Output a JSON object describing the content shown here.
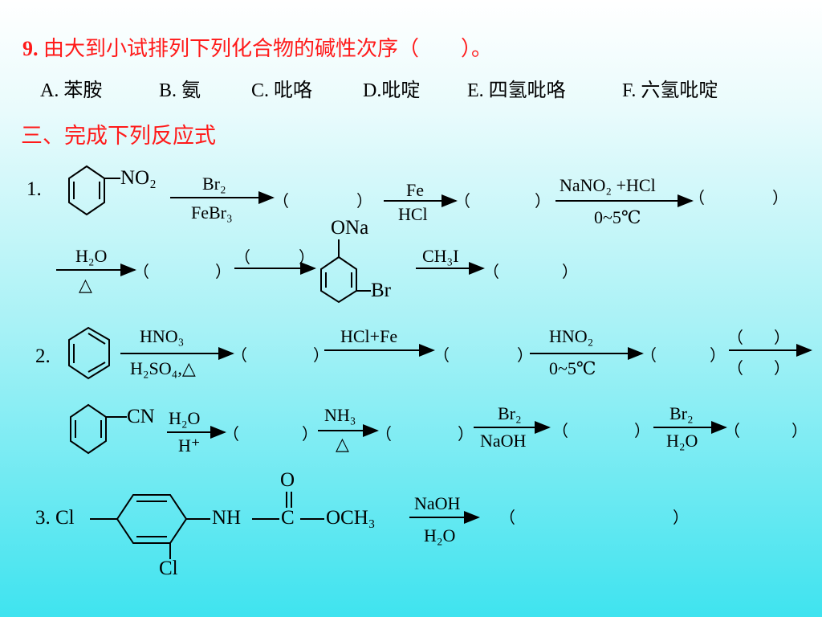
{
  "question9": {
    "number": "9.",
    "text": "由大到小试排列下列化合物的碱性次序（　　）。",
    "options": [
      "A. 苯胺",
      "B. 氨",
      "C. 吡咯",
      "D.吡啶",
      "E. 四氢吡咯",
      "F. 六氢吡啶"
    ]
  },
  "section": {
    "title": "三、完成下列反应式"
  },
  "r1": {
    "label": "1.",
    "substituent": "NO₂",
    "a1_top": "Br₂",
    "a1_bot": "FeBr₃",
    "a2_top": "Fe",
    "a2_bot": "HCl",
    "a3_top": "NaNO₂ +HCl",
    "a3_bot": "0~5℃",
    "a4_top": "H₂O",
    "a4_bot": "△",
    "a6_top": "CH₃I",
    "prod_top": "ONa",
    "prod_side": "Br"
  },
  "r2": {
    "label": "2.",
    "b1_top": "HNO₃",
    "b1_bot": "H₂SO₄,△",
    "b2_top": "HCl+Fe",
    "b3_top": "HNO₂",
    "b3_bot": "0~5℃",
    "substituent": "CN",
    "c1_top": "H₂O",
    "c1_bot": "H⁺",
    "c2_top": "NH₃",
    "c2_bot": "△",
    "c3_top": "Br₂",
    "c3_bot": "NaOH",
    "c4_top": "Br₂",
    "c4_bot": "H₂O"
  },
  "r3": {
    "label": "3. Cl",
    "cl_bottom": "Cl",
    "nh": "NH",
    "c": "C",
    "o": "O",
    "och3": "OCH₃",
    "a_top": "NaOH",
    "a_bot": "H₂O"
  },
  "blank": {
    "open": "（",
    "close": "）"
  }
}
